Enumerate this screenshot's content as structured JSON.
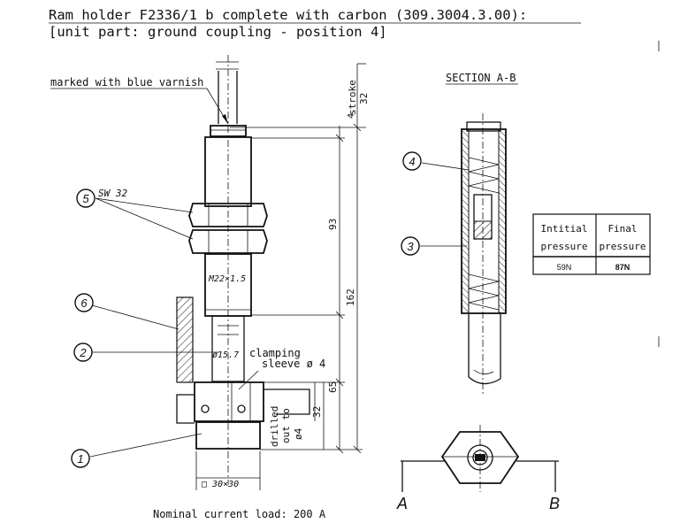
{
  "title_line1": "Ram holder F2336/1 b complete with carbon (309.3004.3.00):",
  "title_line2": "[unit part: ground coupling - position 4]",
  "note_blue_varnish": "marked with blue varnish",
  "section_label": "SECTION A-B",
  "dimensions": {
    "stroke_label": "stroke",
    "stroke_value": "32",
    "top_gap": "4",
    "length_93": "93",
    "length_162": "162",
    "length_65": "65",
    "length_32": "32",
    "wrench_size": "SW 32",
    "thread": "M22×1.5",
    "shaft_diameter": "ø15.7",
    "base_square": "□ 30×30"
  },
  "notes": {
    "clamping_line1": "clamping",
    "clamping_line2": "sleeve ø 4",
    "drilled_line1": "drilled",
    "drilled_line2": "out to",
    "drilled_line3": "ø4"
  },
  "callouts": [
    "1",
    "2",
    "3",
    "4",
    "5",
    "6"
  ],
  "pressure_table": {
    "headers": [
      [
        "Intitial",
        "pressure"
      ],
      [
        "Final",
        "pressure"
      ]
    ],
    "values": [
      "59N",
      "87N"
    ]
  },
  "view_labels": {
    "a": "A",
    "b": "B"
  },
  "footer": "Nominal current load: 200 A"
}
